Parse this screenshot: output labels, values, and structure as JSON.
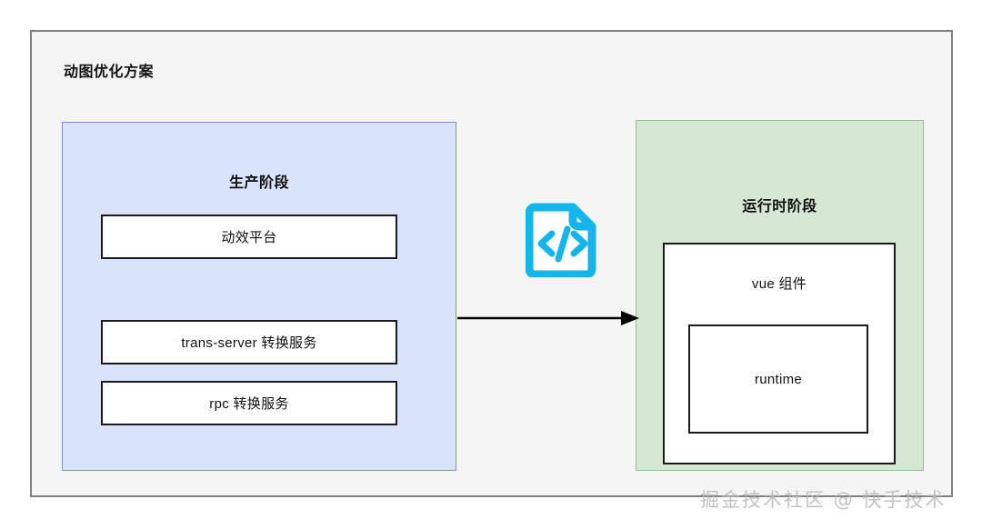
{
  "diagram": {
    "title": "动图优化方案",
    "colors": {
      "canvas_background": "#ffffff",
      "frame_background": "#f5f5f5",
      "frame_border": "#808080",
      "production_panel_fill": "#dae3fc",
      "production_panel_stroke": "#7a93d6",
      "runtime_panel_fill": "#d5e8d4",
      "runtime_panel_stroke": "#94bf8d",
      "node_fill": "#ffffff",
      "node_stroke": "#1a1a1a",
      "arrow_color": "#000000",
      "code_icon_color": "#13b5ea",
      "watermark_color": "#b8b8b8"
    },
    "production_stage": {
      "heading": "生产阶段",
      "nodes": [
        {
          "label": "动效平台"
        },
        {
          "label": "trans-server 转换服务"
        },
        {
          "label": "rpc 转换服务"
        }
      ]
    },
    "runtime_stage": {
      "heading": "运行时阶段",
      "component": {
        "label": "vue 组件",
        "inner": {
          "label": "runtime"
        }
      }
    },
    "connector": {
      "name": "production-to-runtime-arrow",
      "direction": "right"
    },
    "code_icon": {
      "name": "code-file-icon",
      "glyph": "</>"
    },
    "watermark": "掘金技术社区 @ 快手技术"
  }
}
